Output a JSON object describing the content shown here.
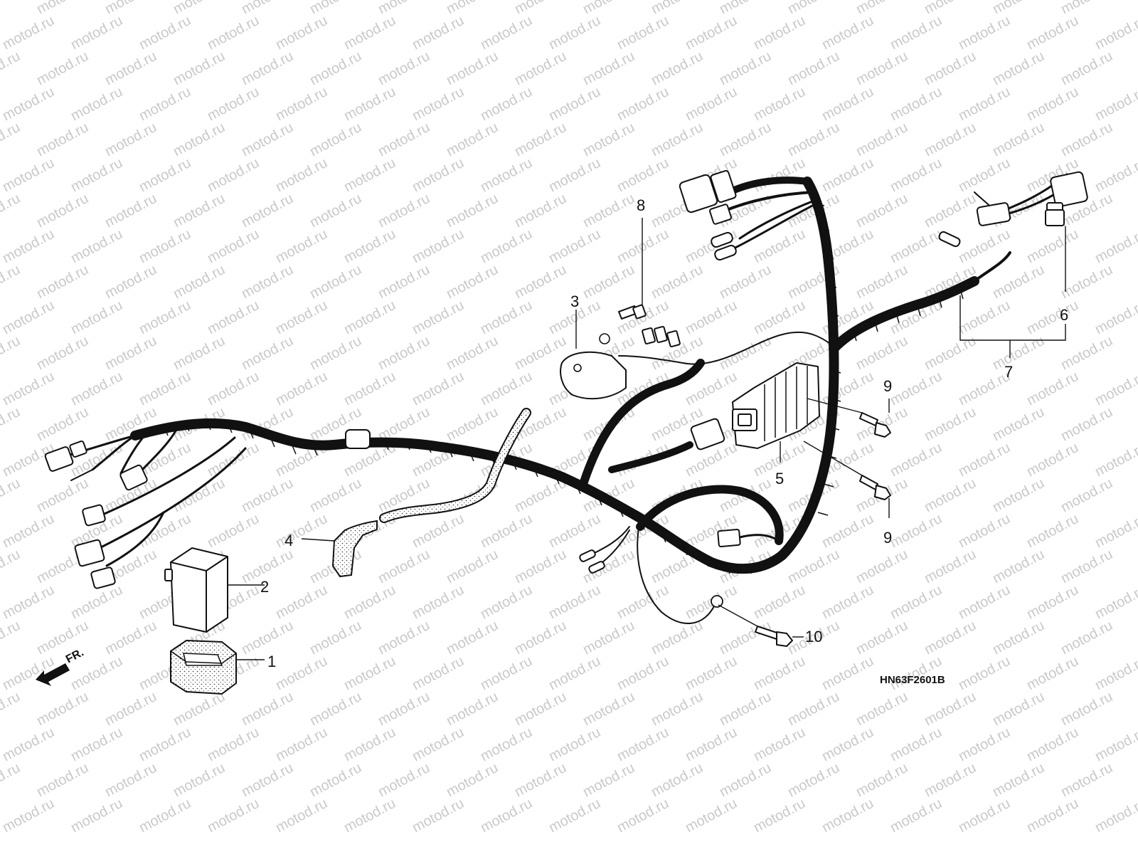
{
  "diagram": {
    "watermark": "motod.ru",
    "drawing_code": "HN63F2601B",
    "direction_label": "FR.",
    "callouts": [
      {
        "id": "1",
        "label": "1"
      },
      {
        "id": "2",
        "label": "2"
      },
      {
        "id": "3",
        "label": "3"
      },
      {
        "id": "4",
        "label": "4"
      },
      {
        "id": "5",
        "label": "5"
      },
      {
        "id": "6",
        "label": "6"
      },
      {
        "id": "7",
        "label": "7"
      },
      {
        "id": "8",
        "label": "8"
      },
      {
        "id": "9a",
        "label": "9"
      },
      {
        "id": "9b",
        "label": "9"
      },
      {
        "id": "10",
        "label": "10"
      }
    ]
  }
}
